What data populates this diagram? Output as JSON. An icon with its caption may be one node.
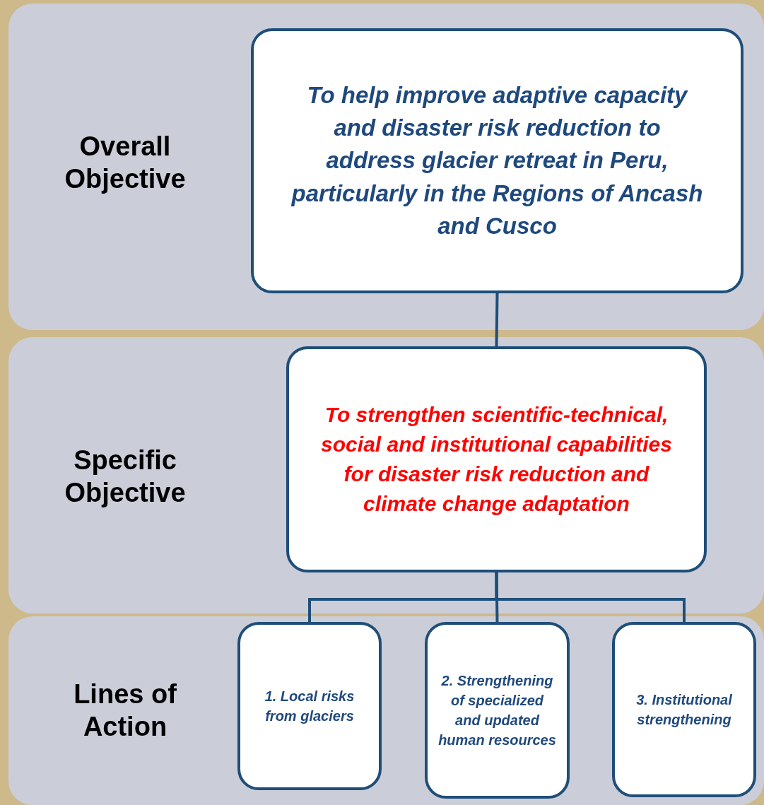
{
  "diagram": {
    "nodes": [
      {
        "text": [
          "Overall Objective"
        ]
      },
      {
        "text": [
          "To help improve adaptive capacity and disaster risk reduction to address glacier retreat in Peru, particularly in the Regions of Ancash and Cusco"
        ],
        "in": 0
      },
      {
        "text": [
          "Specific Objective"
        ]
      },
      {
        "text": [
          "To strengthen scientific-technical, social and institutional capabilities for disaster risk reduction and climate change adaptation"
        ],
        "in": 2
      },
      {
        "text": [
          "Lines of Action"
        ]
      },
      {
        "text": [
          "1. Local risks from glaciers"
        ],
        "in": 4
      },
      {
        "text": [
          "2. Strengthening of specialized and updated human resources"
        ],
        "in": 4
      },
      {
        "text": [
          "3. Institutional strengthening"
        ],
        "in": 4
      }
    ],
    "edges": [
      {
        "from": 1,
        "to": 3,
        "arrow": "none"
      },
      {
        "from": 3,
        "to": 5,
        "arrow": "none"
      },
      {
        "from": 3,
        "to": 6,
        "arrow": "none"
      },
      {
        "from": 3,
        "to": 7,
        "arrow": "none"
      }
    ]
  }
}
